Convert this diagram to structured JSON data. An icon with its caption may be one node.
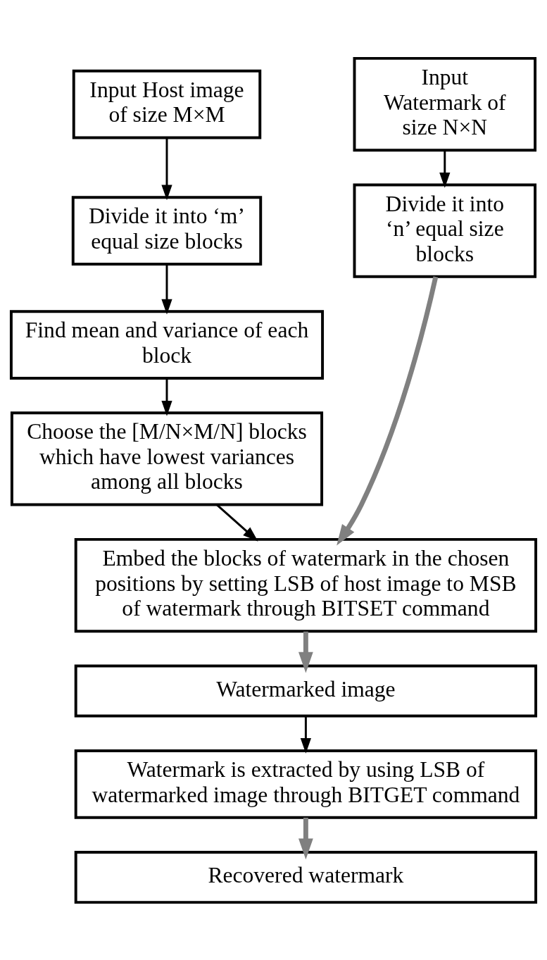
{
  "diagram": {
    "nodes": [
      {
        "text": [
          "Input Host image of size M×M"
        ]
      },
      {
        "text": [
          "Input Watermark of size N×N"
        ]
      },
      {
        "text": [
          "Divide it into ‘m’ equal size blocks"
        ]
      },
      {
        "text": [
          "Divide it into ‘n’ equal size blocks"
        ]
      },
      {
        "text": [
          "Find mean and variance of each block"
        ]
      },
      {
        "text": [
          "Choose the [M/N×M/N] blocks which have lowest variances among all blocks"
        ]
      },
      {
        "text": [
          "Embed the blocks of watermark in the chosen positions by setting LSB of host image to MSB of watermark through BITSET command"
        ]
      },
      {
        "text": [
          "Watermarked image"
        ]
      },
      {
        "text": [
          "Watermark is extracted by using LSB of watermarked image through BITGET command"
        ]
      },
      {
        "text": [
          "Recovered watermark"
        ]
      }
    ],
    "edges": [
      {
        "from": 0,
        "to": 2,
        "arrow": "to"
      },
      {
        "from": 1,
        "to": 3,
        "arrow": "to"
      },
      {
        "from": 2,
        "to": 4,
        "arrow": "to"
      },
      {
        "from": 4,
        "to": 5,
        "arrow": "to"
      },
      {
        "from": 5,
        "to": 6,
        "arrow": "to"
      },
      {
        "from": 3,
        "to": 6,
        "arrow": "to",
        "style": "thick",
        "color": "#808080"
      },
      {
        "from": 6,
        "to": 7,
        "arrow": "to",
        "style": "thick",
        "color": "#808080"
      },
      {
        "from": 7,
        "to": 8,
        "arrow": "to"
      },
      {
        "from": 8,
        "to": 9,
        "arrow": "to",
        "style": "thick",
        "color": "#808080"
      }
    ]
  }
}
